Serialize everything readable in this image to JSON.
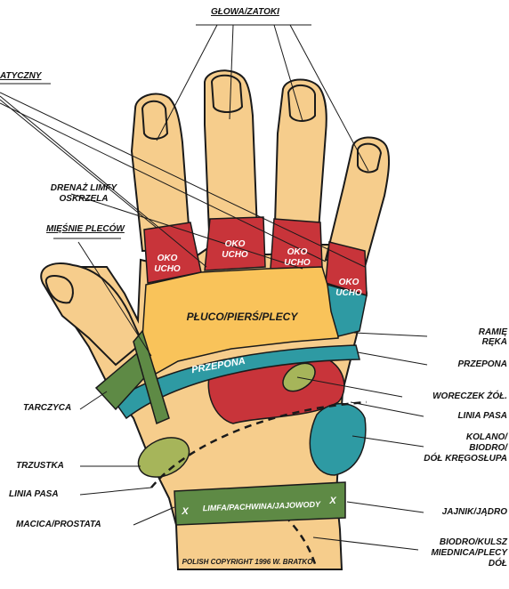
{
  "labels": {
    "glowa_zatoki": "GŁOWA/ZATOKI",
    "limf_partial": "ATYCZNY",
    "drenaz_1": "DRENAŻ LIMFY",
    "drenaz_2": "OSKRZELA",
    "miesnie_plecow": "MIĘŚNIE PLECÓW",
    "tarczyca": "TARCZYCA",
    "trzustka": "TRZUSTKA",
    "linia_pasa_left": "LINIA PASA",
    "macica_prostata": "MACICA/PROSTATA",
    "ramie": "RAMIĘ",
    "reka": "RĘKA",
    "przepona_right": "PRZEPONA",
    "woreczek": "WORECZEK ŻÓŁ.",
    "linia_pasa_right": "LINIA PASA",
    "kolano_1": "KOLANO/",
    "kolano_2": "BIODRO/",
    "kolano_3": "DÓŁ KRĘGOSŁUPA",
    "jajnik": "JAJNIK/JĄDRO",
    "biodro_1": "BIODRO/KULSZ",
    "biodro_2": "MIEDNICA/PLECY",
    "biodro_3": "DÓŁ"
  },
  "zones": {
    "oko": "OKO",
    "ucho": "UCHO",
    "pluco": "PŁUCO/PIERŚ/PLECY",
    "przepona_band": "PRZEPONA",
    "limfa_band": "LIMFA/PACHWINA/JAJOWODY",
    "x_mark": "X"
  },
  "copyright": "POLISH COPYRIGHT 1996 W. BRATKO",
  "colors": {
    "skin": "#f6cd8c",
    "red_zone": "#c8343a",
    "yellow_zone": "#f9c35a",
    "teal": "#2e9aa3",
    "green": "#5e8a45",
    "light_green": "#a6b55a",
    "outline": "#1a1a1a"
  }
}
